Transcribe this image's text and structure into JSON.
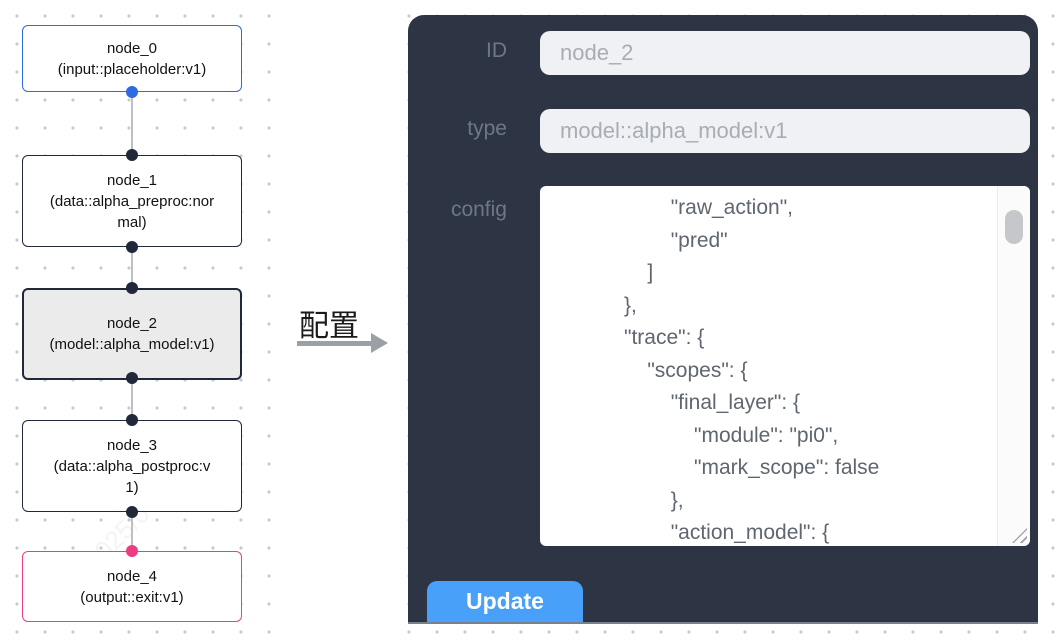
{
  "canvas": {
    "nodes": [
      {
        "label": "node_0",
        "sublabel": "(input::placeholder:v1)"
      },
      {
        "label": "node_1",
        "sublabel": "(data::alpha_preproc:normal)"
      },
      {
        "label": "node_2",
        "sublabel": "(model::alpha_model:v1)"
      },
      {
        "label": "node_3",
        "sublabel": "(data::alpha_postproc:v1)"
      },
      {
        "label": "node_4",
        "sublabel": "(output::exit:v1)"
      }
    ]
  },
  "transfer": {
    "label": "配置"
  },
  "panel": {
    "id_field": {
      "label": "ID",
      "value": "node_2"
    },
    "type_field": {
      "label": "type",
      "value": "model::alpha_model:v1"
    },
    "config_field": {
      "label": "config",
      "text": "                    \"raw_action\",\n                    \"pred\"\n                ]\n            },\n            \"trace\": {\n                \"scopes\": {\n                    \"final_layer\": {\n                        \"module\": \"pi0\",\n                        \"mark_scope\": false\n                    },\n                    \"action_model\": {"
    },
    "update_label": "Update"
  },
  "watermark": {
    "text": "2025/04/11 11:45"
  },
  "theme": {
    "accent_blue": "#2e6ae0",
    "accent_dark": "#202839",
    "accent_pink": "#ee3c82",
    "selected_bg": "#ebebeb",
    "connector": "#bcbfc4",
    "dot_grid": "#c6c9cd",
    "panel_bg": "#2d3544",
    "label_color": "#6e7787",
    "input_bg": "#eff1f5",
    "input_text": "#a7acb5",
    "json_text": "#5f6670",
    "button_blue": "#48a0f8"
  }
}
